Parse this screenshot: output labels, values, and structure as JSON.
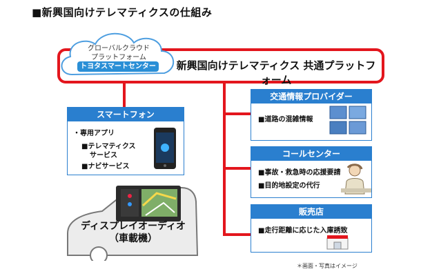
{
  "title": "■新興国向けテレマティクスの仕組み",
  "cloud": {
    "line1": "グローバルクラウド",
    "line2": "プラットフォーム",
    "badge": "トヨタスマートセンター"
  },
  "platform_label": "新興国向けテレマティクス 共通プラットフォーム",
  "smartphone": {
    "header": "スマートフォン",
    "app": "・専用アプリ",
    "item1a": "■テレマティクス",
    "item1b": "サービス",
    "item2": "■ナビサービス"
  },
  "car": {
    "line1": "ディスプレイオーディオ",
    "line2": "（車載機）"
  },
  "traffic": {
    "header": "交通情報プロバイダー",
    "item": "■道路の混雑情報"
  },
  "call_center": {
    "header": "コールセンター",
    "item1": "■事故・救急時の応援要請",
    "item2": "■目的地設定の代行"
  },
  "dealer": {
    "header": "販売店",
    "item": "■走行距離に応じた入庫誘致"
  },
  "footnote": "＊画面・写真はイメージ",
  "colors": {
    "red": "#e3161d",
    "blue": "#2a7fcf",
    "cloud_blue": "#2a8fd6"
  }
}
